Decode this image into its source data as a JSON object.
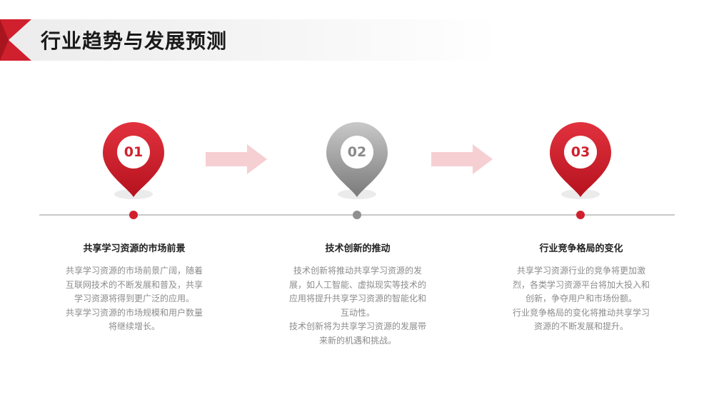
{
  "header": {
    "title": "行业趋势与发展预测"
  },
  "colors": {
    "accent": "#d0202e",
    "neutral": "#9a9a9a",
    "arrow": "#f6cfd2"
  },
  "steps": [
    {
      "number": "01",
      "title": "共享学习资源的市场前景",
      "paragraphs": [
        "共享学习资源的市场前景广阔，随着互联网技术的不断发展和普及，共享学习资源将得到更广泛的应用。",
        "共享学习资源的市场规模和用户数量将继续增长。"
      ]
    },
    {
      "number": "02",
      "title": "技术创新的推动",
      "paragraphs": [
        "技术创新将推动共享学习资源的发展，如人工智能、虚拟现实等技术的应用将提升共享学习资源的智能化和互动性。",
        "技术创新将为共享学习资源的发展带来新的机遇和挑战。"
      ]
    },
    {
      "number": "03",
      "title": "行业竞争格局的变化",
      "paragraphs": [
        "共享学习资源行业的竞争将更加激烈，各类学习资源平台将加大投入和创新，争夺用户和市场份额。",
        "行业竞争格局的变化将推动共享学习资源的不断发展和提升。"
      ]
    }
  ]
}
